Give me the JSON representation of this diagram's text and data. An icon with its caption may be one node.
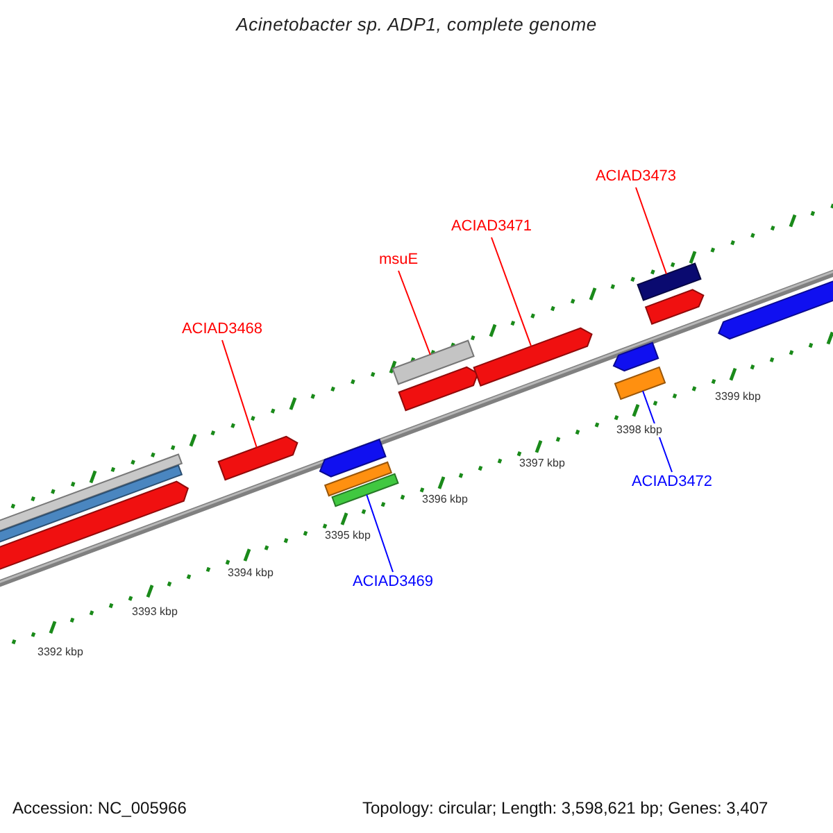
{
  "diagram": {
    "title": "Acinetobacter sp. ADP1, complete genome",
    "nodes": [
      {
        "text": [
          "ACIAD3468"
        ]
      },
      {
        "text": [
          "msuE"
        ]
      },
      {
        "text": [
          "ACIAD3471"
        ]
      },
      {
        "text": [
          "ACIAD3473"
        ]
      },
      {
        "text": [
          "ACIAD3469"
        ]
      },
      {
        "text": [
          "ACIAD3472"
        ]
      },
      {
        "text": [],
        "shape": "arrow"
      },
      {
        "text": [],
        "shape": "arrow"
      },
      {
        "text": [],
        "shape": "bar"
      },
      {
        "text": [],
        "shape": "bar"
      },
      {
        "text": [],
        "shape": "bar"
      },
      {
        "text": [],
        "shape": "arrow"
      },
      {
        "text": [],
        "shape": "arrow"
      },
      {
        "text": [],
        "shape": "arrow"
      },
      {
        "text": [],
        "shape": "bar"
      },
      {
        "text": [],
        "shape": "bar"
      },
      {
        "text": [],
        "shape": "arrow"
      },
      {
        "text": [],
        "shape": "arrow"
      }
    ],
    "edges": [
      {
        "from": 0,
        "to": 6,
        "arrow": "none"
      },
      {
        "from": 1,
        "to": 10,
        "arrow": "none"
      },
      {
        "from": 2,
        "to": 12,
        "arrow": "none"
      },
      {
        "from": 3,
        "to": 15,
        "arrow": "none"
      },
      {
        "from": 4,
        "to": 9,
        "arrow": "none",
        "color": "#0000ff"
      },
      {
        "from": 5,
        "to": 14,
        "arrow": "none",
        "color": "#0000ff"
      }
    ],
    "labels": [
      "3399 kbp",
      "3398 kbp",
      "3397 kbp",
      "3396 kbp",
      "3395 kbp",
      "3394 kbp",
      "3393 kbp",
      "3392 kbp",
      "Accession: NC_005966",
      "Topology: circular; Length: 3,598,621 bp; Genes: 3,407"
    ]
  }
}
